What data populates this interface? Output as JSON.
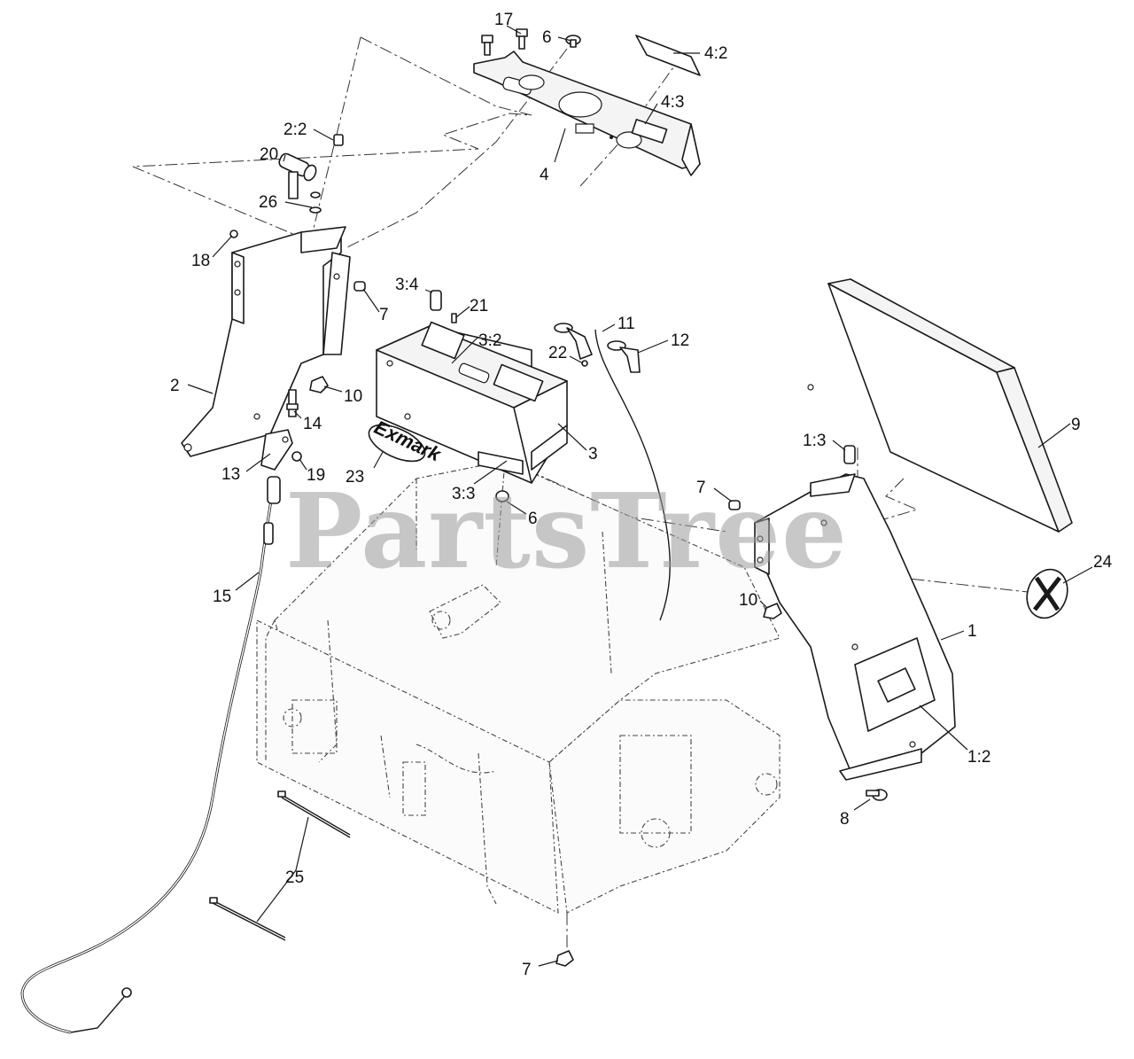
{
  "watermark": "PartsTree",
  "brand_logo_text": "Exmark",
  "callouts": [
    {
      "id": "17"
    },
    {
      "id": "6"
    },
    {
      "id": "4:2"
    },
    {
      "id": "4:3"
    },
    {
      "id": "2:2"
    },
    {
      "id": "4"
    },
    {
      "id": "20"
    },
    {
      "id": "26"
    },
    {
      "id": "18"
    },
    {
      "id": "3:4"
    },
    {
      "id": "21"
    },
    {
      "id": "7"
    },
    {
      "id": "11"
    },
    {
      "id": "12"
    },
    {
      "id": "3:2"
    },
    {
      "id": "22"
    },
    {
      "id": "2"
    },
    {
      "id": "10"
    },
    {
      "id": "14"
    },
    {
      "id": "9"
    },
    {
      "id": "3"
    },
    {
      "id": "1:3"
    },
    {
      "id": "13"
    },
    {
      "id": "19"
    },
    {
      "id": "23"
    },
    {
      "id": "7b"
    },
    {
      "id": "3:3"
    },
    {
      "id": "6b"
    },
    {
      "id": "24"
    },
    {
      "id": "15"
    },
    {
      "id": "10b"
    },
    {
      "id": "1"
    },
    {
      "id": "1:2"
    },
    {
      "id": "8"
    },
    {
      "id": "25"
    },
    {
      "id": "7c"
    }
  ],
  "labels": {
    "c17": "17",
    "c6": "6",
    "c4_2": "4:2",
    "c4_3": "4:3",
    "c2_2": "2:2",
    "c4": "4",
    "c20": "20",
    "c26": "26",
    "c18": "18",
    "c3_4": "3:4",
    "c21": "21",
    "c7a": "7",
    "c11": "11",
    "c12": "12",
    "c3_2": "3:2",
    "c22": "22",
    "c2": "2",
    "c10a": "10",
    "c14": "14",
    "c9": "9",
    "c3": "3",
    "c1_3": "1:3",
    "c13": "13",
    "c19": "19",
    "c23": "23",
    "c7b": "7",
    "c3_3": "3:3",
    "c6b": "6",
    "c24": "24",
    "c15": "15",
    "c10b": "10",
    "c1": "1",
    "c1_2": "1:2",
    "c8": "8",
    "c25": "25",
    "c7c": "7"
  }
}
